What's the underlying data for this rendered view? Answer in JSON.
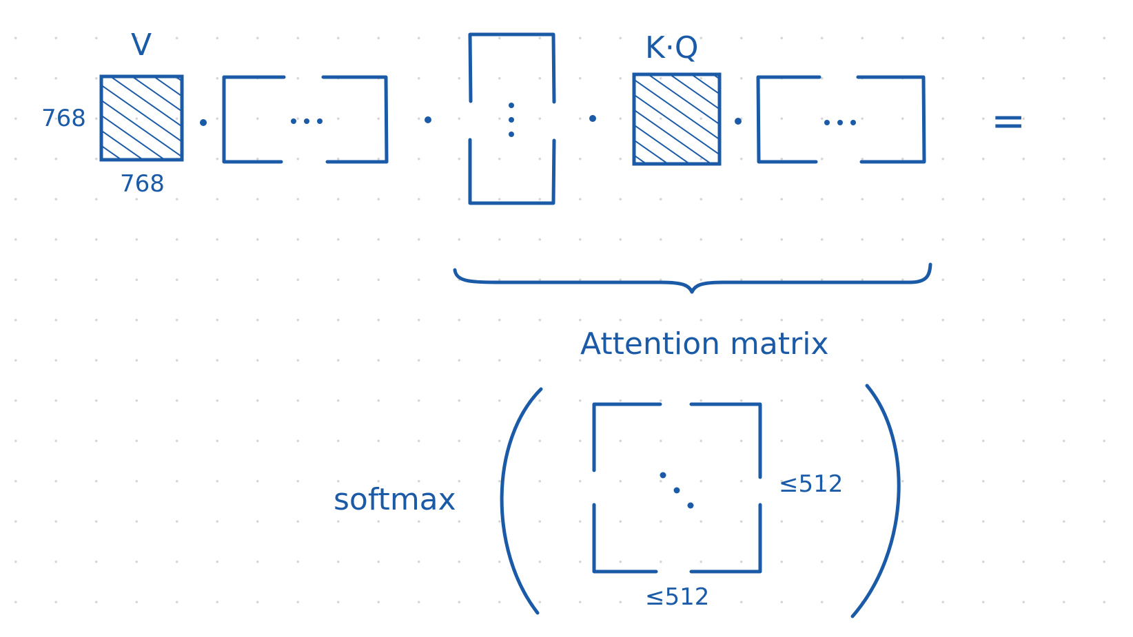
{
  "colors": {
    "ink": "#1a5aa6",
    "dot_grid": "#d6d6d6",
    "background": "#ffffff"
  },
  "labels": {
    "v": "V",
    "kq": "K·Q",
    "dim_768_left": "768",
    "dim_768_bottom": "768",
    "equals": "=",
    "attention_matrix": "Attention matrix",
    "softmax": "softmax",
    "le512_right": "≤512",
    "le512_bottom": "≤512"
  }
}
